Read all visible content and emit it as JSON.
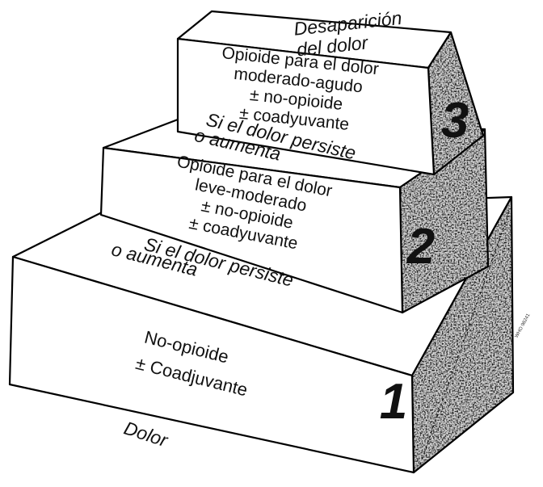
{
  "colors": {
    "outline": "#000000",
    "shade_dark": "#8c8c8c",
    "shade_light": "#d9d9d9",
    "paper": "#ffffff"
  },
  "steps": {
    "step1": {
      "number": "1",
      "lines": [
        "No-opioide",
        "± Coadjuvante"
      ]
    },
    "step2": {
      "number": "2",
      "lines": [
        "Opioide para el dolor",
        "leve-moderado",
        "± no-opioide",
        "± coadyuvante"
      ]
    },
    "step3": {
      "number": "3",
      "lines": [
        "Opioide para el dolor",
        "moderado-agudo",
        "± no-opioide",
        "± coadyuvante"
      ]
    }
  },
  "transitions": {
    "start": "Dolor",
    "step1_to_2": [
      "Si el dolor persiste",
      "o aumenta"
    ],
    "step2_to_3": [
      "Si el dolor persiste",
      "o aumenta"
    ],
    "end": [
      "Desaparición",
      "del dolor"
    ]
  },
  "credit": "WHO 98241"
}
